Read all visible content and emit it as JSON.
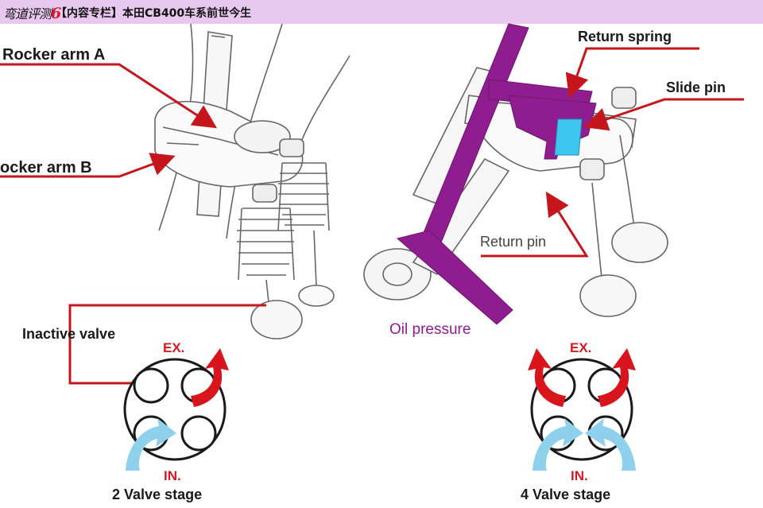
{
  "banner": {
    "logo_text": "弯道评测",
    "logo_mark": "6",
    "title": "【内容专栏】本田CB400车系前世今生"
  },
  "labels": {
    "rocker_a": "Rocker arm A",
    "rocker_b": "ocker arm B",
    "return_spring": "Return spring",
    "slide_pin": "Slide pin",
    "return_pin": "Return pin",
    "oil_pressure": "Oil pressure",
    "inactive_valve": "Inactive valve",
    "ex_left": "EX.",
    "in_left": "IN.",
    "stage_left": "2 Valve stage",
    "ex_right": "EX.",
    "in_right": "IN.",
    "stage_right": "4 Valve stage"
  },
  "colors": {
    "banner_bg": "#e9c8ef",
    "callout_red": "#c4161c",
    "exhaust_arrow": "#d8141c",
    "intake_arrow": "#8fd0ec",
    "oil_purple": "#8f1d8f",
    "slide_pin_blue": "#3fc6ee"
  }
}
